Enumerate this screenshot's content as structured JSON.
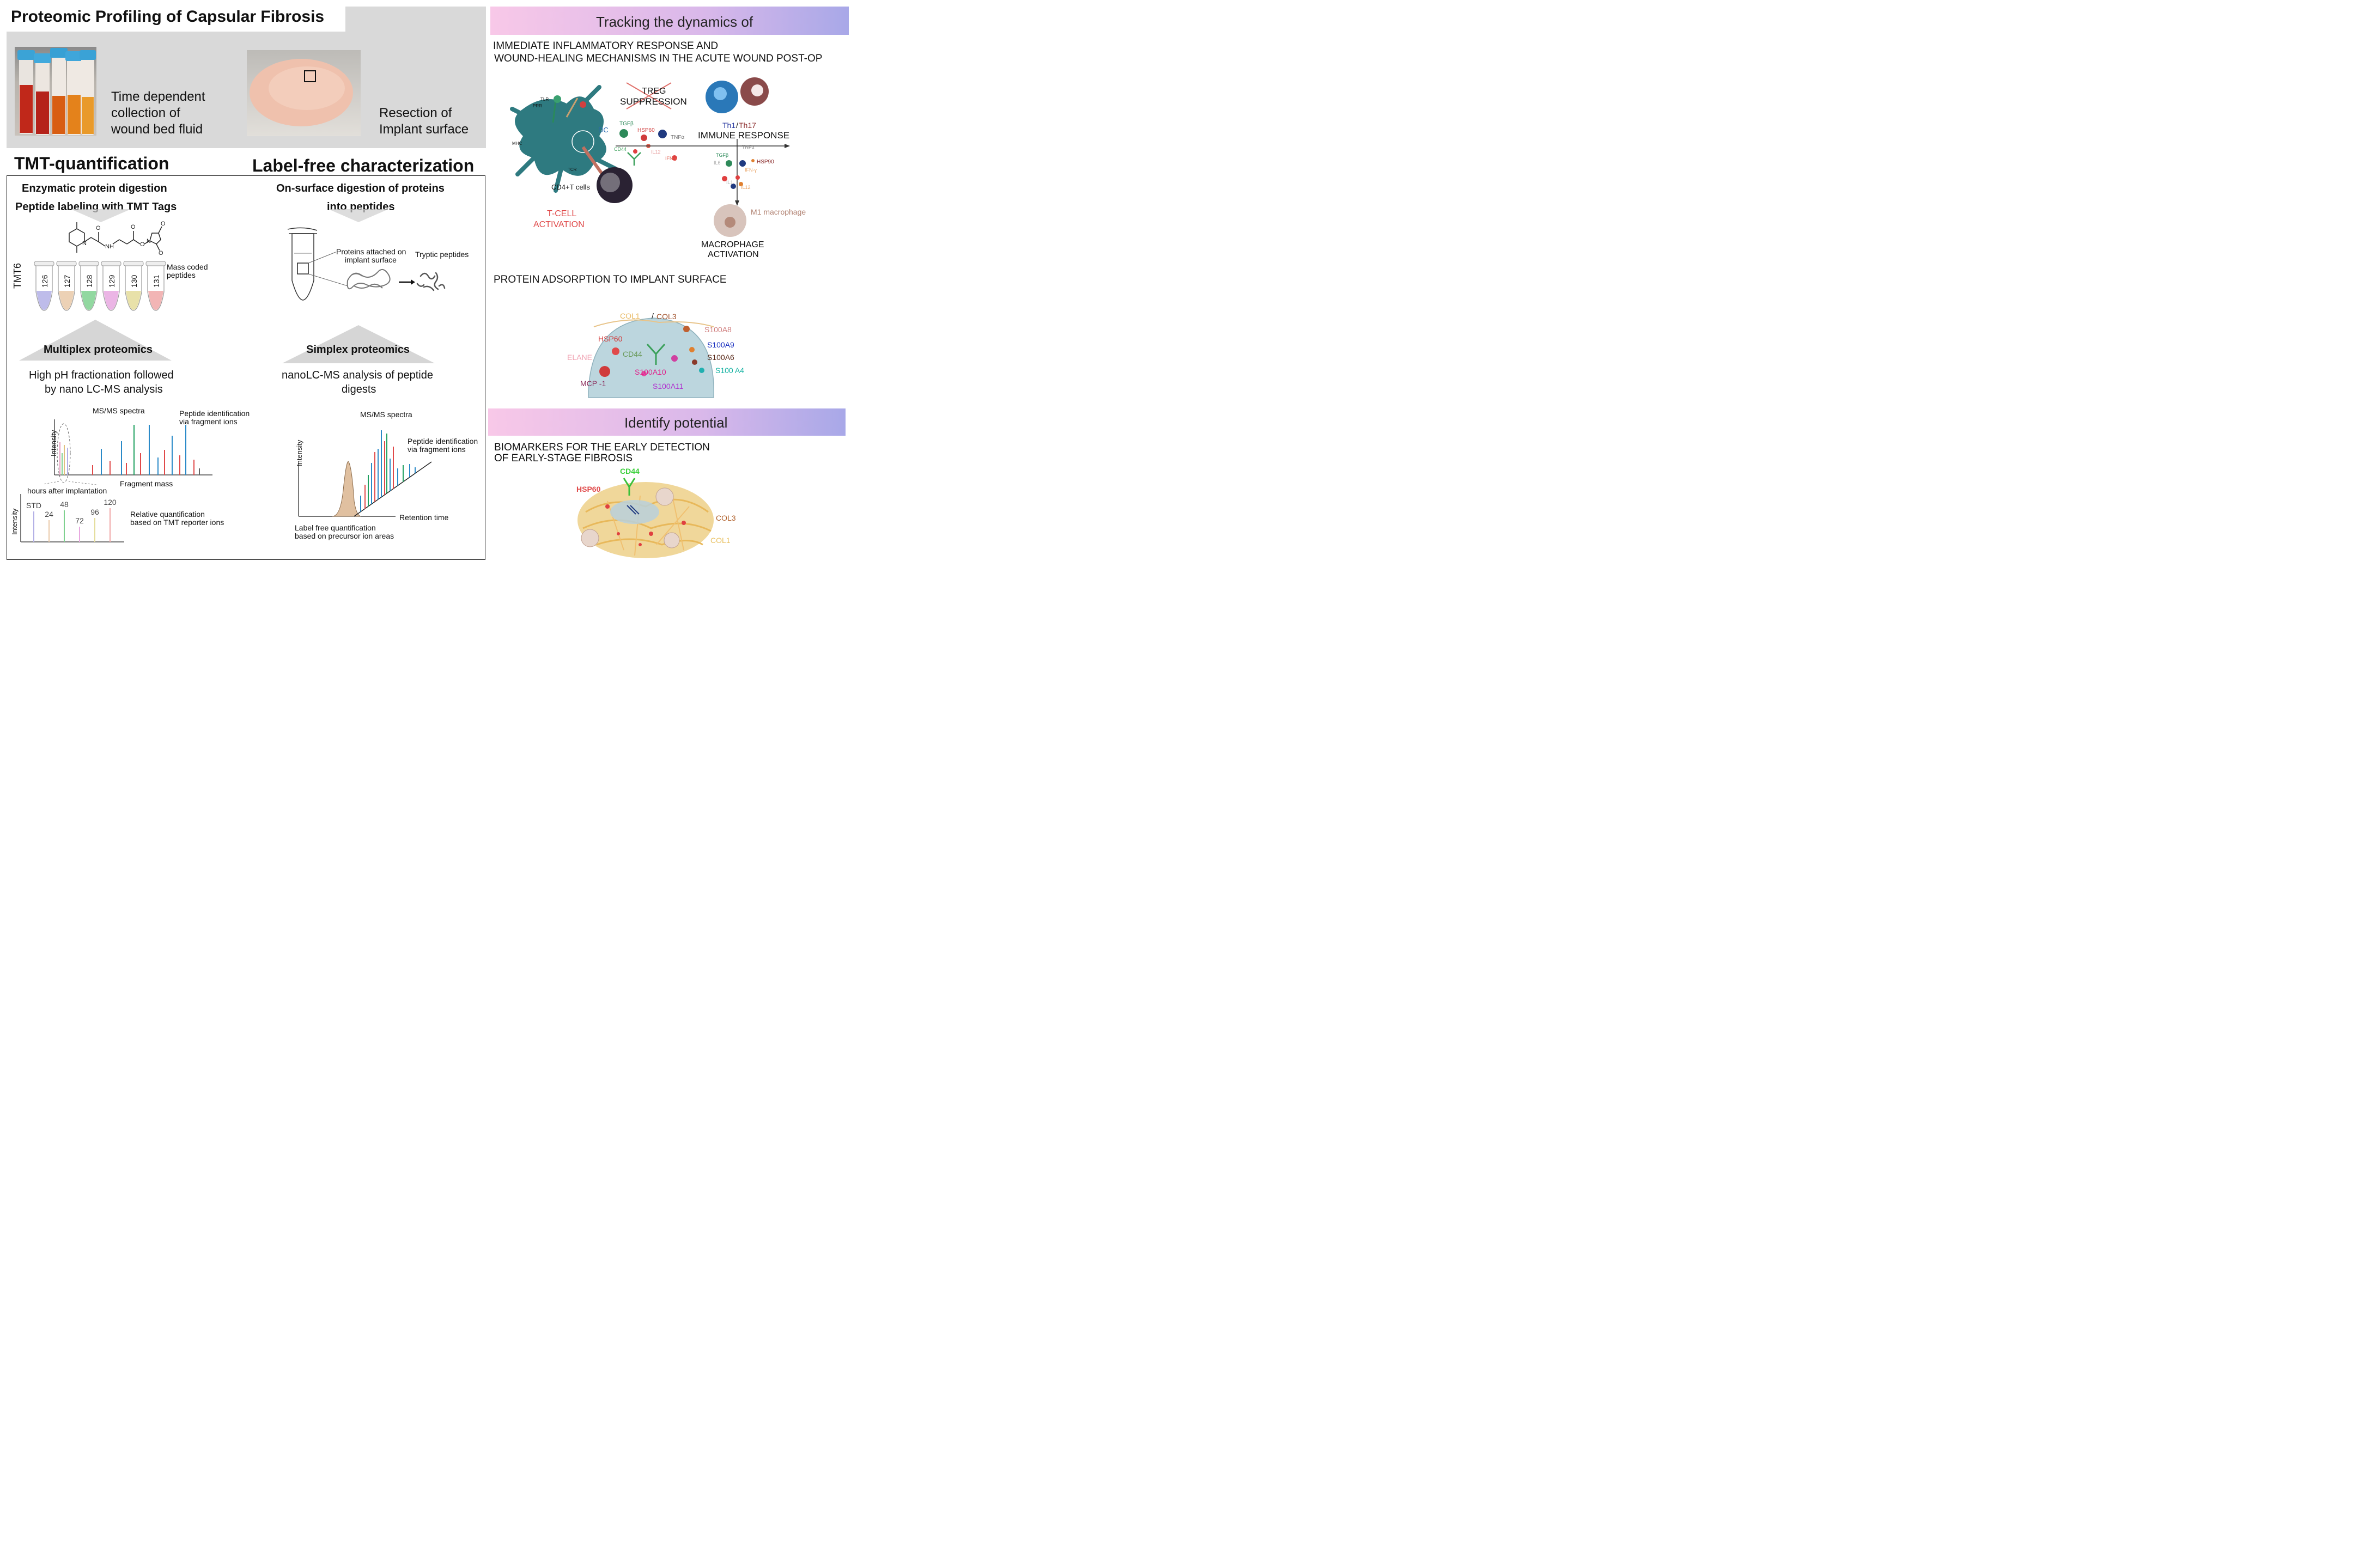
{
  "header": {
    "title": "Proteomic Profiling of Capsular Fibrosis",
    "photo1_caption": [
      "Time dependent",
      "collection of",
      "wound bed fluid"
    ],
    "photo2_caption": [
      "Resection of",
      "Implant surface"
    ]
  },
  "tmt": {
    "heading": "TMT-quantification",
    "step1": "Enzymatic protein digestion",
    "step2": "Peptide labeling with TMT Tags",
    "tmt_label": "TMT6",
    "tube_labels": [
      "126",
      "127",
      "128",
      "129",
      "130",
      "131"
    ],
    "mass_coded": [
      "Mass coded",
      "peptides"
    ],
    "section": "Multiplex proteomics",
    "description": [
      "High pH  fractionation followed",
      "by nano LC-MS analysis"
    ],
    "spectra_title": "MS/MS spectra",
    "peptide_id": [
      "Peptide identification",
      "via fragment ions"
    ],
    "y_label": "Intensity",
    "x_label": "Fragment mass",
    "reporter_title": "hours after implantation",
    "reporter_labels": [
      "STD",
      "24",
      "48",
      "72",
      "96",
      "120"
    ],
    "reporter_y_label": "Intensity",
    "relative_quant": [
      "Relative quantification",
      "based on TMT reporter ions"
    ]
  },
  "labelfree": {
    "heading": "Label-free characterization",
    "step1": "On-surface digestion of proteins",
    "step2": "into peptides",
    "proteins_attached": [
      "Proteins attached on",
      "implant surface"
    ],
    "tryptic": "Tryptic peptides",
    "section": "Simplex proteomics",
    "description": [
      "nanoLC-MS analysis of peptide",
      "digests"
    ],
    "spectra_title": "MS/MS spectra",
    "peptide_id": [
      "Peptide identification",
      "via fragment ions"
    ],
    "y_label": "Intensity",
    "x_label": "Retention time",
    "lfq": [
      "Label free quantification",
      "based on precursor ion areas"
    ]
  },
  "right": {
    "banner1": "Tracking the dynamics of",
    "immediate": [
      "IMMEDIATE INFLAMMATORY RESPONSE AND",
      "WOUND-HEALING MECHANISMS IN THE ACUTE WOUND POST-OP"
    ],
    "treg": [
      "TREG",
      "SUPPRESSION"
    ],
    "cell_labels": {
      "tlr": "TLR",
      "prr": "PRR",
      "mhc": "MHC",
      "tcr": "TCR",
      "dc": "DC",
      "cd4": "CD4+T  cells",
      "tgfb": "TGFβ",
      "hsp60": "HSP60",
      "tnfa": "TNFα",
      "cd44": "CD44",
      "il12": "IL12",
      "ifng": "IFN-γ"
    },
    "th": [
      "Th1",
      "/",
      "Th17"
    ],
    "immune_response": "IMMUNE RESPONSE",
    "m1_labels": {
      "tgfb": "TGFβ",
      "tnfa": "TNFα",
      "il6": "IL6",
      "hsp90": "HSP90",
      "ifng": "IFN-γ",
      "il1": "IL1",
      "il12": "IL12"
    },
    "m1_macrophage": "M1 macrophage",
    "tcell_activation": [
      "T-CELL",
      "ACTIVATION"
    ],
    "macrophage_activation": [
      "MACROPHAGE",
      "ACTIVATION"
    ],
    "adsorption": "PROTEIN ADSORPTION TO IMPLANT SURFACE",
    "dome_labels": {
      "col1": "COL1",
      "slash": "/",
      "col3": "COL3",
      "s100a8": "S100A8",
      "hsp60": "HSP60",
      "s100a9": "S100A9",
      "elane": "ELANE",
      "cd44": "CD44",
      "s100a6": "S100A6",
      "s100a10": "S100A10",
      "s100a4": "S100 A4",
      "mcp": "MCP  -1",
      "s100a11": "S100A11"
    },
    "banner2": "Identify potential",
    "biomarkers": [
      "BIOMARKERS FOR THE EARLY DETECTION",
      "OF EARLY-STAGE FIBROSIS"
    ],
    "fibro_labels": {
      "cd44": "CD44",
      "hsp60": "HSP60",
      "col3": "COL3",
      "col1": "COL1"
    }
  },
  "colors": {
    "banner_gradient_start": "#f8c8e8",
    "banner_gradient_end": "#a8a8e8",
    "header_bg": "#d9d9d9",
    "tmt_tubes": [
      "#b3b0e6",
      "#e9c9a8",
      "#7fd18f",
      "#e8a8e0",
      "#e4dc9a",
      "#f0a8a8"
    ]
  }
}
